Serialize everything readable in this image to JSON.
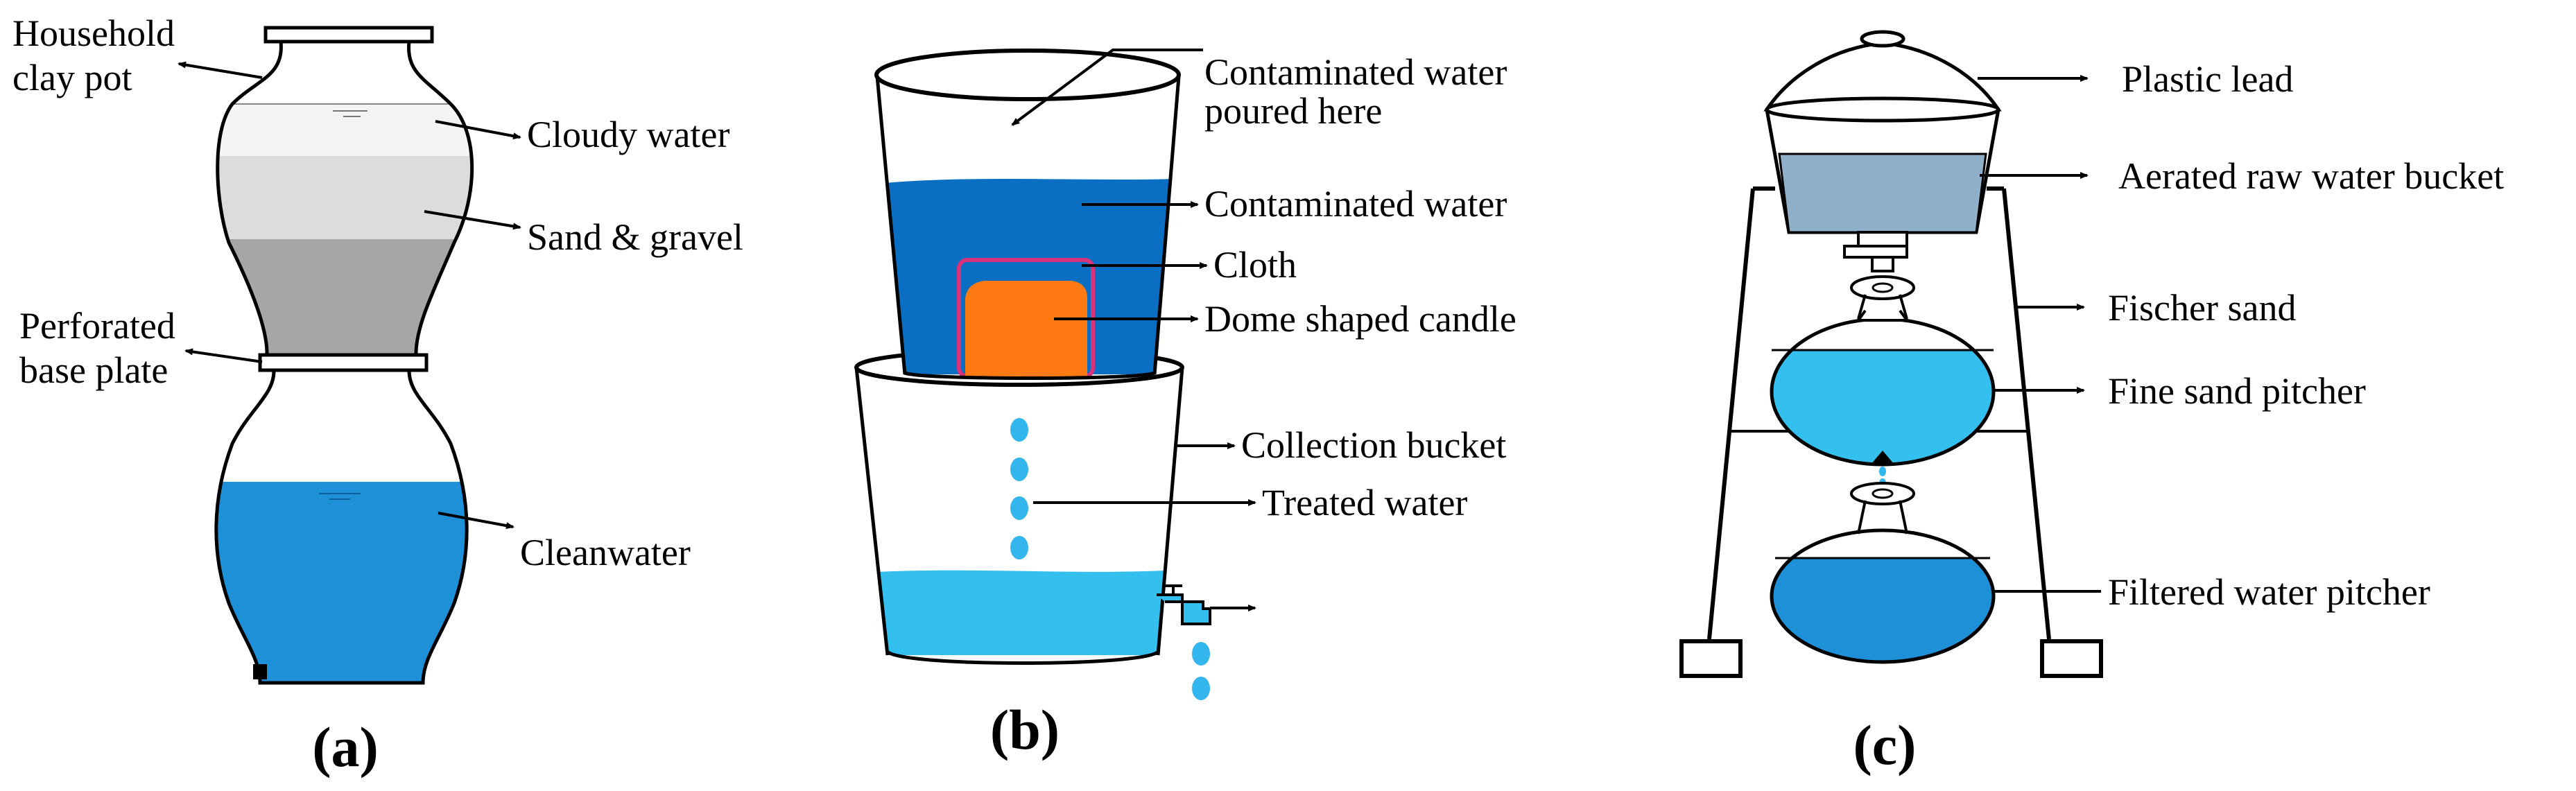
{
  "panel_a": {
    "caption": "(a)",
    "labels": {
      "clay_pot_1": "Household",
      "clay_pot_2": "clay pot",
      "cloudy": "Cloudy water",
      "sand": "Sand & gravel",
      "plate_1": "Perforated",
      "plate_2": "base plate",
      "clean": "Cleanwater"
    }
  },
  "panel_b": {
    "caption": "(b)",
    "labels": {
      "poured_1": "Contaminated water",
      "poured_2": "poured here",
      "contaminated": "Contaminated water",
      "cloth": "Cloth",
      "candle": "Dome shaped candle",
      "bucket": "Collection bucket",
      "treated": "Treated water"
    }
  },
  "panel_c": {
    "caption": "(c)",
    "labels": {
      "lid": "Plastic lead",
      "raw": "Aerated raw water bucket",
      "fischer": "Fischer sand",
      "fine": "Fine sand pitcher",
      "filtered": "Filtered water pitcher"
    }
  },
  "colors": {
    "cloudy": "#f2f2f2",
    "sand_light": "#dcdcdc",
    "gravel": "#a6a6a6",
    "clean_water": "#1e90d8",
    "contaminated": "#0a6fc2",
    "candle": "#ff7a12",
    "cloth": "#d6337a",
    "treated": "#33c0ee",
    "drop": "#33b6ee",
    "raw_water": "#8fb0c8"
  }
}
